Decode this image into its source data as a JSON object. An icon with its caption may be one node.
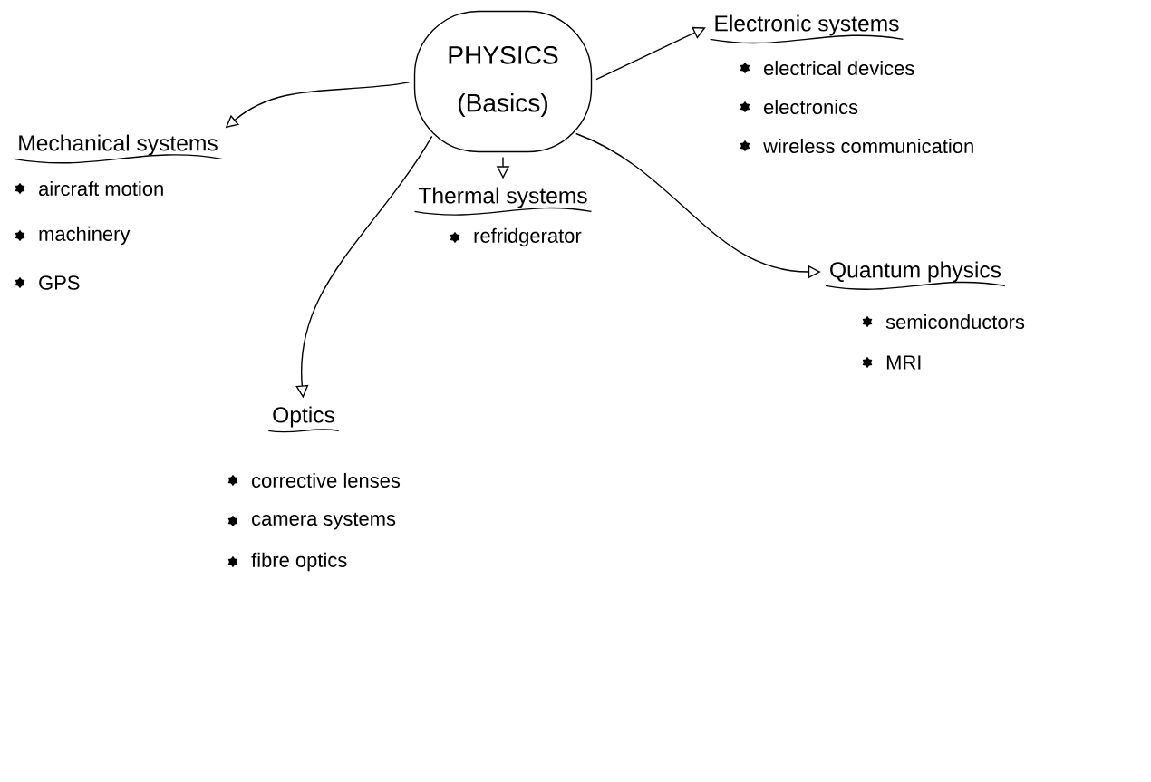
{
  "diagram": {
    "nodes": [
      {
        "text": [
          "PHYSICS",
          "(Basics)"
        ]
      },
      {
        "text": [
          "Mechanical systems"
        ],
        "beside": [
          "aircraft motion",
          "machinery",
          "GPS"
        ]
      },
      {
        "text": [
          "Electronic systems"
        ],
        "beside": [
          "electrical devices",
          "electronics",
          "wireless communication"
        ]
      },
      {
        "text": [
          "Thermal systems"
        ],
        "beside": [
          "refridgerator"
        ]
      },
      {
        "text": [
          "Quantum physics"
        ],
        "beside": [
          "semiconductors",
          "MRI"
        ]
      },
      {
        "text": [
          "Optics"
        ],
        "beside": [
          "corrective lenses",
          "camera systems",
          "fibre optics"
        ]
      }
    ],
    "edges": [
      {
        "from": 0,
        "to": 1,
        "arrow": "to"
      },
      {
        "from": 0,
        "to": 2,
        "arrow": "to"
      },
      {
        "from": 0,
        "to": 3,
        "arrow": "to"
      },
      {
        "from": 0,
        "to": 4,
        "arrow": "to"
      },
      {
        "from": 0,
        "to": 5,
        "arrow": "to"
      }
    ]
  }
}
